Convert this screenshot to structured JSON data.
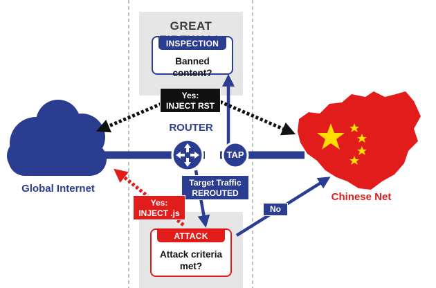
{
  "great_firewall": {
    "title": "GREAT FIREWALL",
    "inspection_tag": "INSPECTION",
    "inspection_question": "Banned content?",
    "rst_yes": "Yes:",
    "rst_action": "INJECT RST"
  },
  "router": {
    "label": "ROUTER",
    "tap_label": "TAP",
    "rerouted_line1": "Target Traffic",
    "rerouted_line2": "REROUTED"
  },
  "great_cannon": {
    "attack_tag": "ATTACK",
    "attack_question_line1": "Attack criteria",
    "attack_question_line2": "met?",
    "js_yes": "Yes:",
    "js_action": "INJECT .js",
    "no_label": "No"
  },
  "endpoints": {
    "global_label": "Global Internet",
    "china_label": "Chinese Net"
  },
  "colors": {
    "blue": "#2b3d91",
    "red": "#e21b1b",
    "panel_grey": "#e6e6e6",
    "black": "#111111",
    "star_yellow": "#ffde00"
  }
}
